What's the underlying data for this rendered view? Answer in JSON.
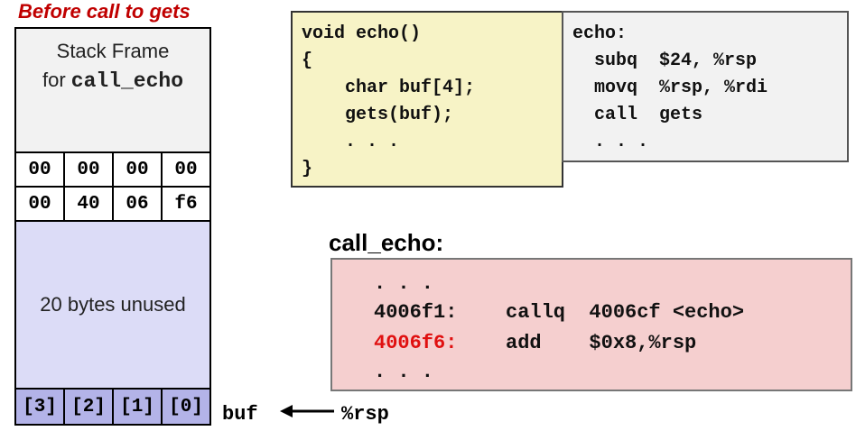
{
  "caption": "Before call to gets",
  "stack": {
    "frame_line1": "Stack Frame",
    "frame_line2_prefix": "for ",
    "frame_line2_code": "call_echo",
    "row1": [
      "00",
      "00",
      "00",
      "00"
    ],
    "row2": [
      "00",
      "40",
      "06",
      "f6"
    ],
    "unused": "20 bytes unused",
    "buf_cells": [
      "[3]",
      "[2]",
      "[1]",
      "[0]"
    ]
  },
  "labels": {
    "buf": "buf",
    "rsp": "%rsp"
  },
  "c_code": {
    "lines": [
      "void echo()",
      "{",
      "    char buf[4];",
      "    gets(buf);",
      "    . . .",
      "}"
    ]
  },
  "asm_code": {
    "lines": [
      "echo:",
      "  subq  $24, %rsp",
      "  movq  %rsp, %rdi",
      "  call  gets",
      "  . . ."
    ]
  },
  "call_echo": {
    "title": "call_echo:",
    "dots_top": ". . .",
    "line1_addr": "4006f1:",
    "line1_instr": "callq  4006cf <echo>",
    "line2_addr": "4006f6:",
    "line2_instr": "add    $0x8,%rsp",
    "dots_bottom": ". . ."
  },
  "colors": {
    "caption": "#c00000",
    "frame_bg": "#f2f2f2",
    "unused_bg": "#dcdcf7",
    "buf_bg": "#b3b3e8",
    "c_code_bg": "#f7f3c6",
    "asm_bg": "#f2f2f2",
    "call_echo_bg": "#f5cfcf",
    "return_address_highlight": "#e01010"
  }
}
